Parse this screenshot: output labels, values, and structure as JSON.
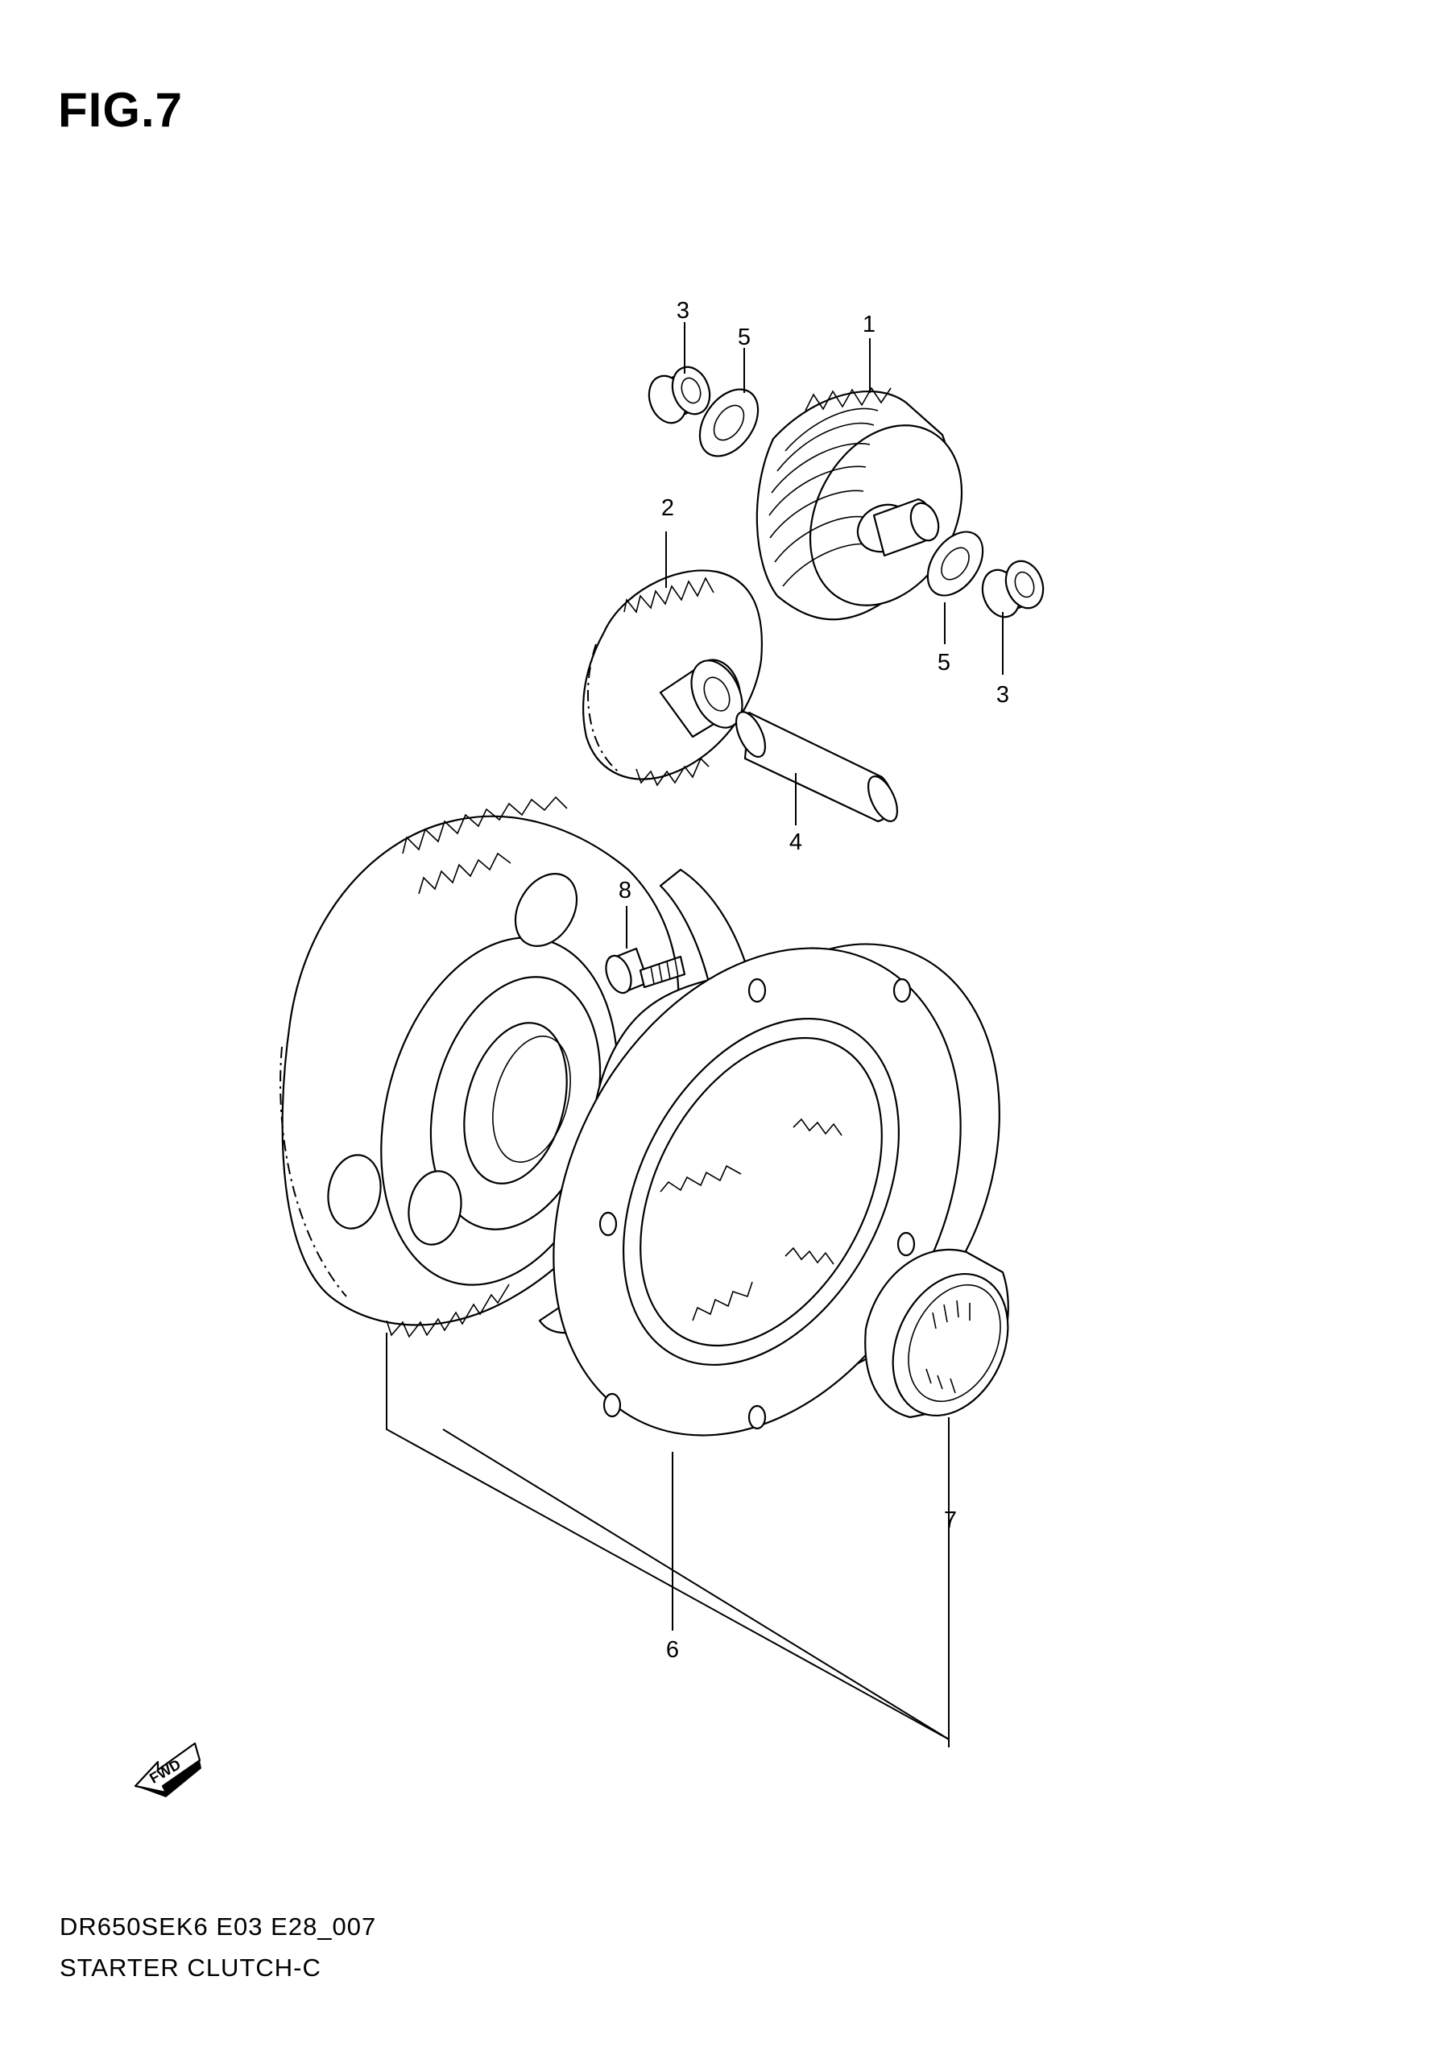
{
  "figure": {
    "title": "FIG.7"
  },
  "footer": {
    "model_code": "DR650SEK6 E03 E28_007",
    "diagram_name": "STARTER CLUTCH-C"
  },
  "fwd_arrow": {
    "label": "FWD",
    "icon": "fwd-direction-arrow-icon"
  },
  "callouts": {
    "c1": "1",
    "c2": "2",
    "c3a": "3",
    "c3b": "3",
    "c4": "4",
    "c5a": "5",
    "c5b": "5",
    "c6": "6",
    "c7": "7",
    "c8": "8"
  },
  "colors": {
    "line": "#000000",
    "background": "#ffffff"
  }
}
